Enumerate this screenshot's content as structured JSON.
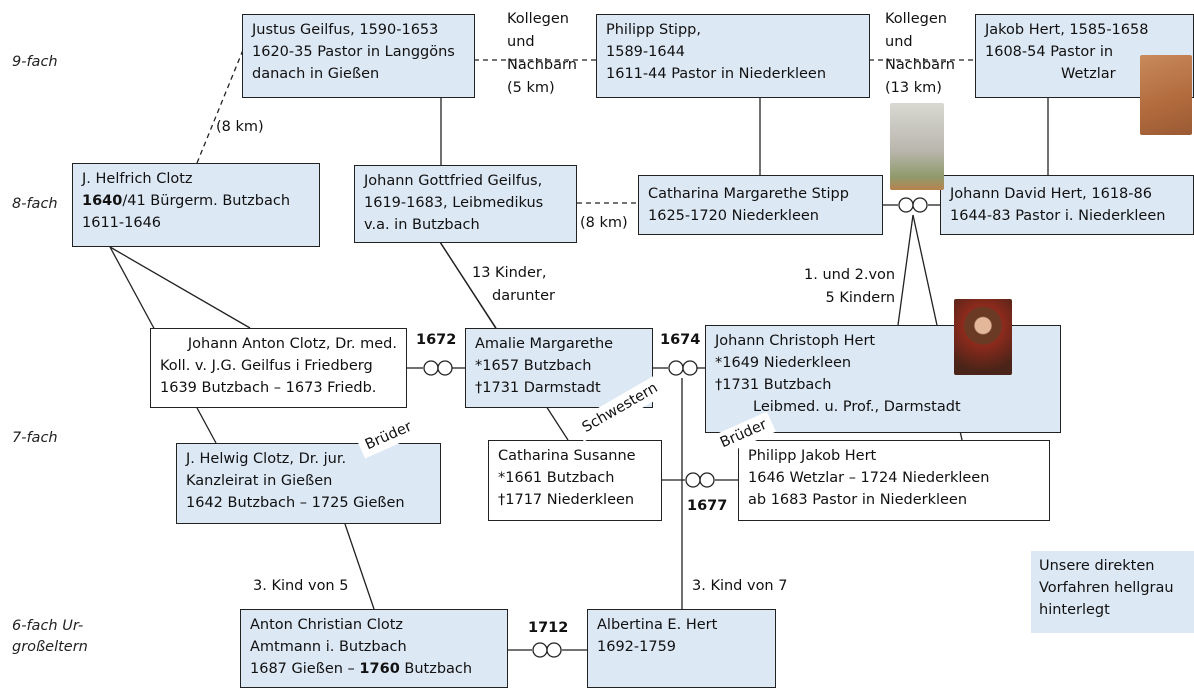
{
  "generations": [
    "9-fach",
    "8-fach",
    "7-fach",
    "6-fach Ur-",
    "großeltern"
  ],
  "boxes": {
    "justus": [
      "Justus Geilfus, 1590-1653",
      "1620-35 Pastor in Langgöns",
      "danach in Gießen"
    ],
    "philipp_stipp": [
      "Philipp Stipp,",
      "1589-1644",
      "1611-44 Pastor in Niederkleen"
    ],
    "jakob_hert": [
      "Jakob Hert, 1585-1658",
      "1608-54 Pastor in",
      "Wetzlar"
    ],
    "helfrich_clotz": {
      "name": "J. Helfrich Clotz",
      "year_bold": "1640",
      "role_rest": "/41 Bürgerm. Butzbach",
      "years": "1611-1646"
    },
    "johann_gottfried": [
      "Johann Gottfried Geilfus,",
      "1619-1683, Leibmedikus",
      "v.a. in Butzbach"
    ],
    "catharina_margarethe": [
      "Catharina Margarethe Stipp",
      "1625-1720 Niederkleen"
    ],
    "johann_david": [
      "Johann David Hert, 1618-86",
      "1644-83 Pastor i. Niederkleen"
    ],
    "johann_anton": [
      "Johann Anton Clotz, Dr. med.",
      "Koll. v. J.G. Geilfus i Friedberg",
      "1639 Butzbach – 1673 Friedb."
    ],
    "amalie": [
      "Amalie Margarethe",
      "*1657 Butzbach",
      "†1731 Darmstadt"
    ],
    "johann_christoph": [
      "Johann Christoph Hert",
      "*1649 Niederkleen",
      "†1731 Butzbach",
      "Leibmed. u. Prof., Darmstadt"
    ],
    "helwig_clotz": [
      "J. Helwig Clotz, Dr. jur.",
      "Kanzleirat in Gießen",
      "1642 Butzbach – 1725 Gießen"
    ],
    "catharina_susanne": [
      "Catharina Susanne",
      "*1661 Butzbach",
      "†1717 Niederkleen"
    ],
    "philipp_jakob": [
      "Philipp Jakob Hert",
      "1646 Wetzlar – 1724 Niederkleen",
      "ab 1683 Pastor in Niederkleen"
    ],
    "anton_christian": {
      "l1": "Anton Christian Clotz",
      "l2": "Amtmann i. Butzbach",
      "l3_pre": "1687 Gießen – ",
      "l3_bold": "1760",
      "l3_post": " Butzbach"
    },
    "albertina": [
      "Albertina E. Hert",
      "1692-1759"
    ]
  },
  "labels": {
    "kollegen1": [
      "Kollegen",
      "und",
      "Nachbarn",
      "(5 km)"
    ],
    "kollegen2": [
      "Kollegen",
      "und",
      "Nachbarn",
      "(13 km)"
    ],
    "km8a": "(8 km)",
    "km8b": "(8 km)",
    "kinder13": [
      "13 Kinder,",
      "darunter"
    ],
    "kindern5": [
      "1. und 2.von",
      "5 Kindern"
    ],
    "kind3von5": "3. Kind von 5",
    "kind3von7": "3. Kind von 7",
    "brueder1": "Brüder",
    "brueder2": "Brüder",
    "schwestern": "Schwestern"
  },
  "years": {
    "y1672": "1672",
    "y1674": "1674",
    "y1677": "1677",
    "y1712": "1712"
  },
  "legend": [
    "Unsere direkten",
    "Vorfahren hellgrau",
    "hinterlegt"
  ],
  "colors": {
    "box_fill": "#dde8f5",
    "line": "#222222"
  }
}
